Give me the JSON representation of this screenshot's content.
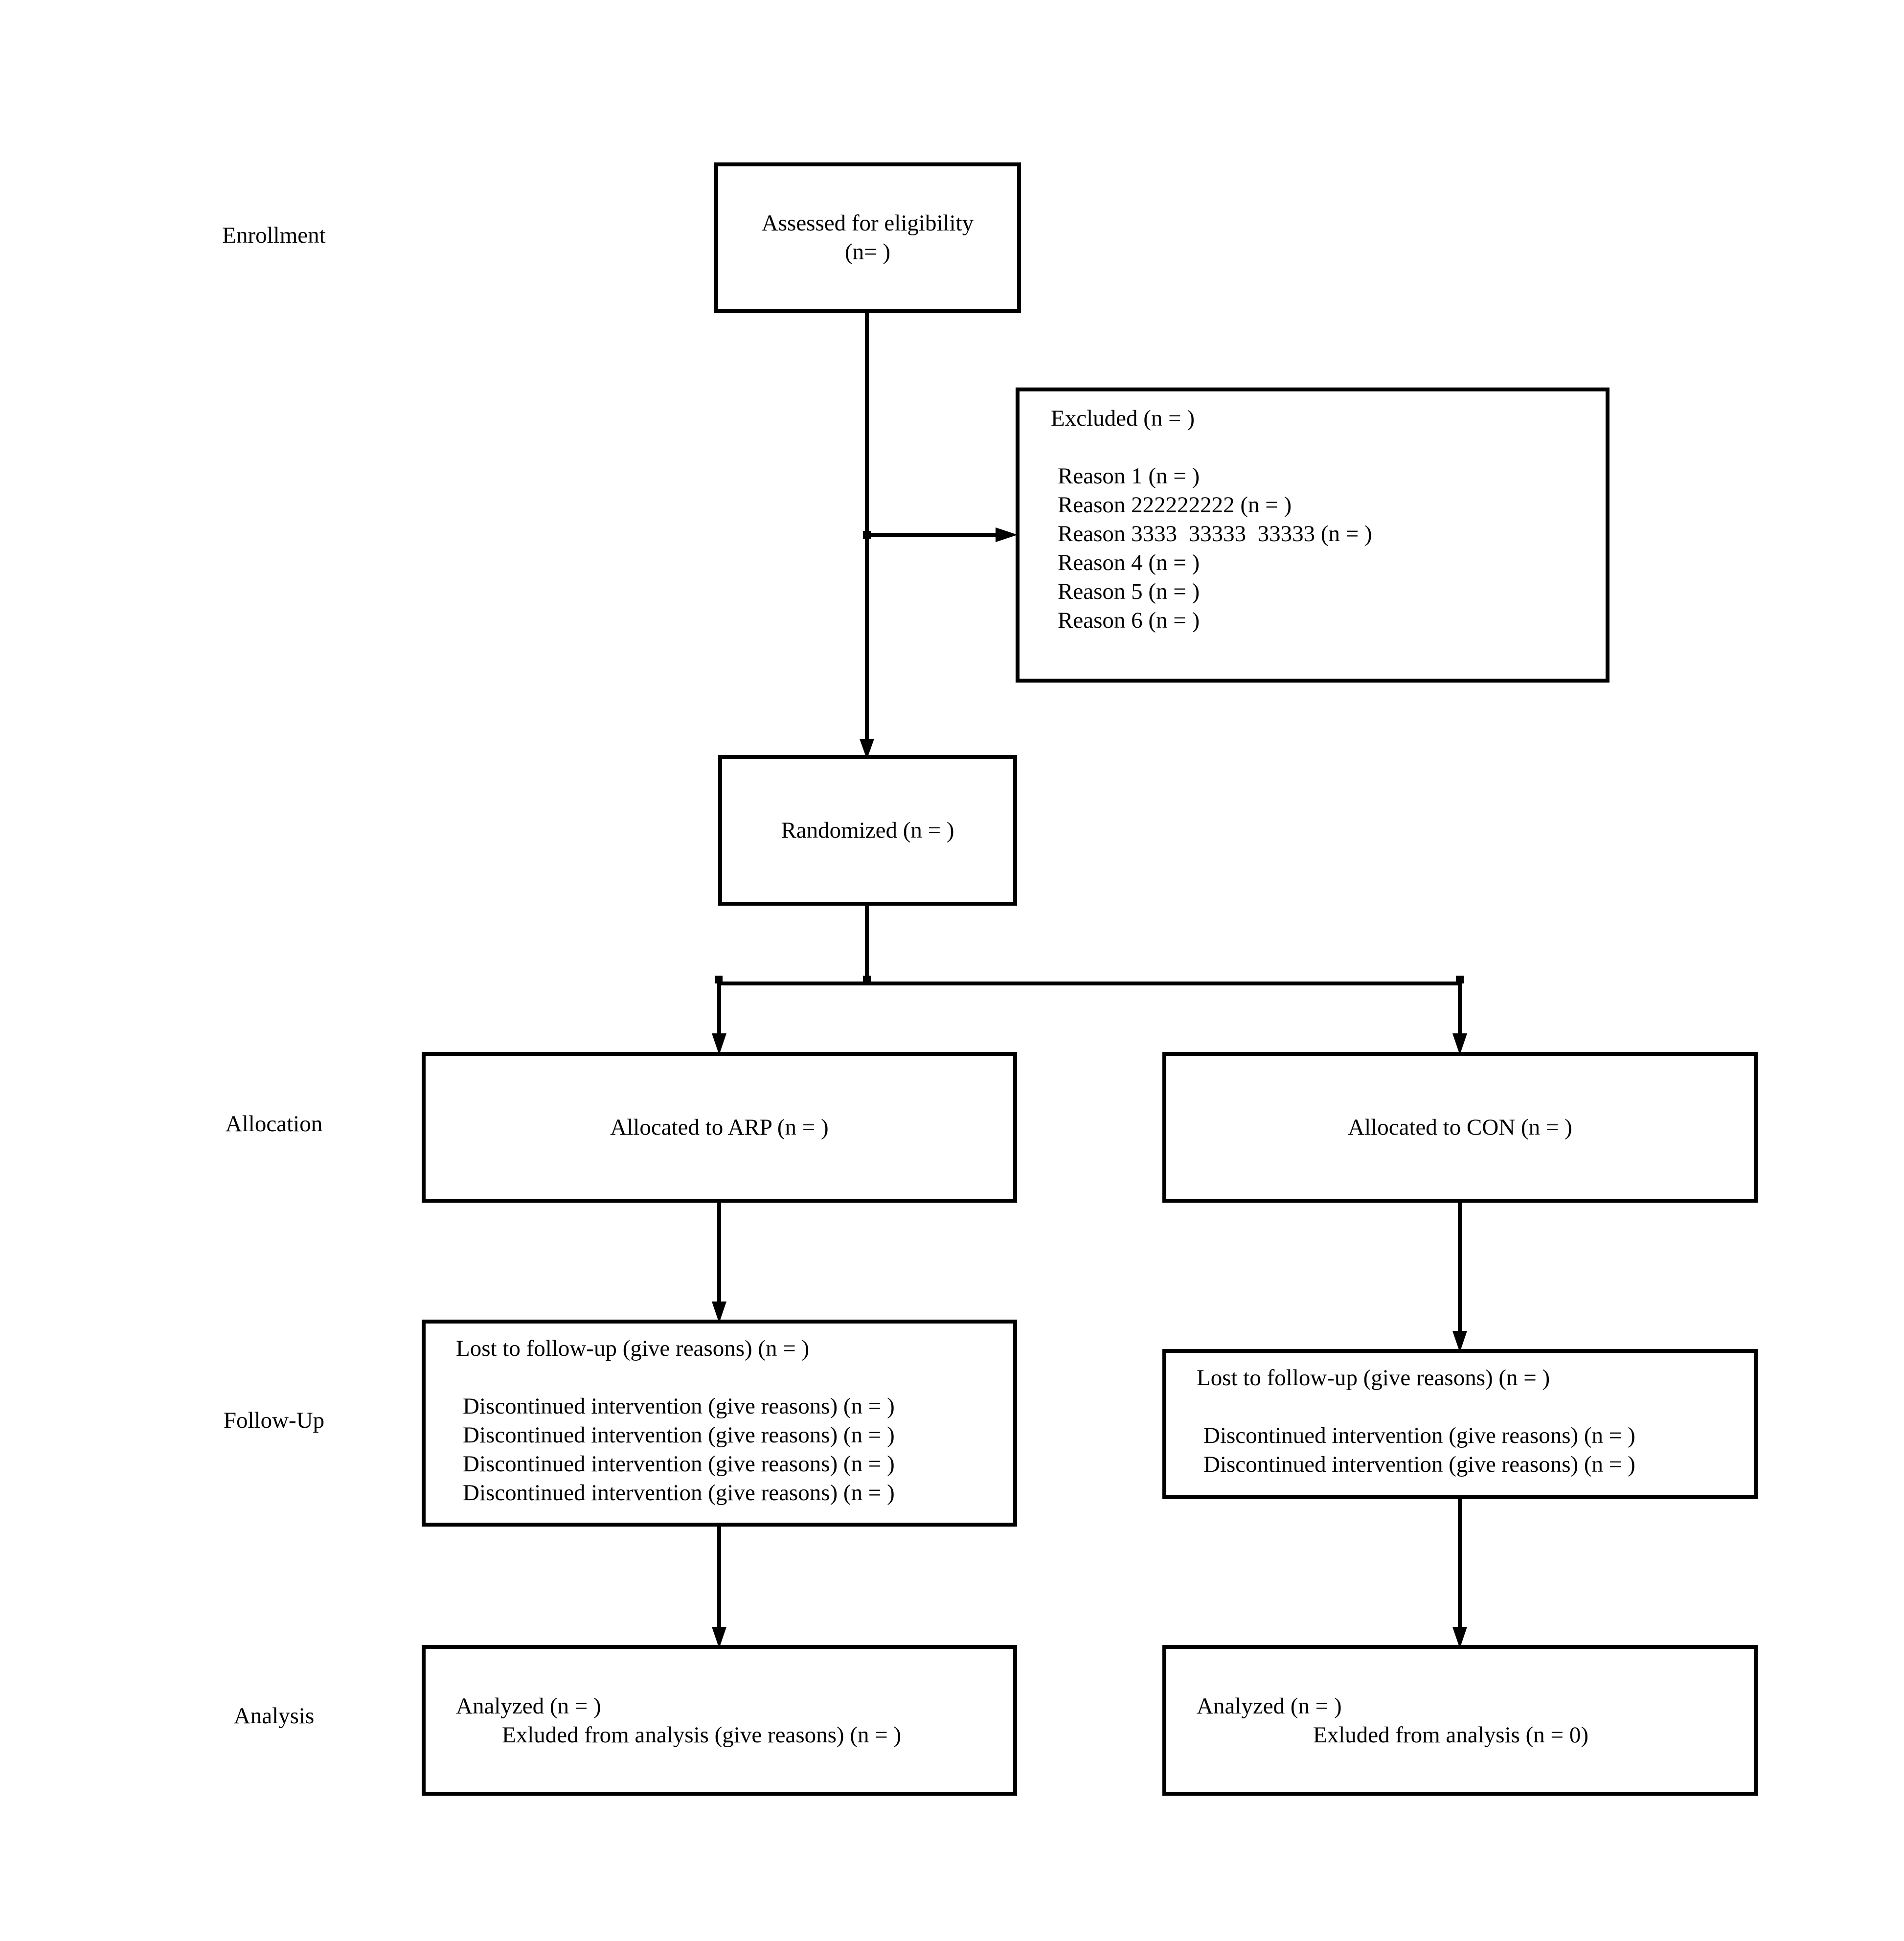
{
  "stages": {
    "enrollment": "Enrollment",
    "allocation": "Allocation",
    "follow_up": "Follow-Up",
    "analysis": "Analysis"
  },
  "assessed": {
    "line1": "Assessed for eligibility",
    "line2": "(n= )"
  },
  "excluded": {
    "title": "Excluded (n = )",
    "reasons": [
      "Reason 1 (n = )",
      "Reason 222222222 (n = )",
      "Reason 3333  33333  33333 (n = )",
      "Reason 4 (n = )",
      "Reason 5 (n = )",
      "Reason 6 (n = )"
    ]
  },
  "randomized": "Randomized (n = )",
  "arms": {
    "arp": {
      "allocated": "Allocated to ARP (n = )",
      "lost": "Lost to follow-up (give reasons) (n = )",
      "discontinued": [
        "Discontinued intervention (give reasons) (n = )",
        "Discontinued intervention (give reasons) (n = )",
        "Discontinued intervention (give reasons) (n = )",
        "Discontinued intervention (give reasons) (n = )"
      ],
      "analyzed": "Analyzed (n = )",
      "excluded_analysis": "Exluded from analysis (give reasons) (n = )"
    },
    "con": {
      "allocated": "Allocated to CON (n = )",
      "lost": "Lost to follow-up (give reasons) (n = )",
      "discontinued": [
        "Discontinued intervention (give reasons) (n = )",
        "Discontinued intervention (give reasons) (n = )"
      ],
      "analyzed": "Analyzed (n = )",
      "excluded_analysis": "Exluded from analysis (n = 0)"
    }
  }
}
